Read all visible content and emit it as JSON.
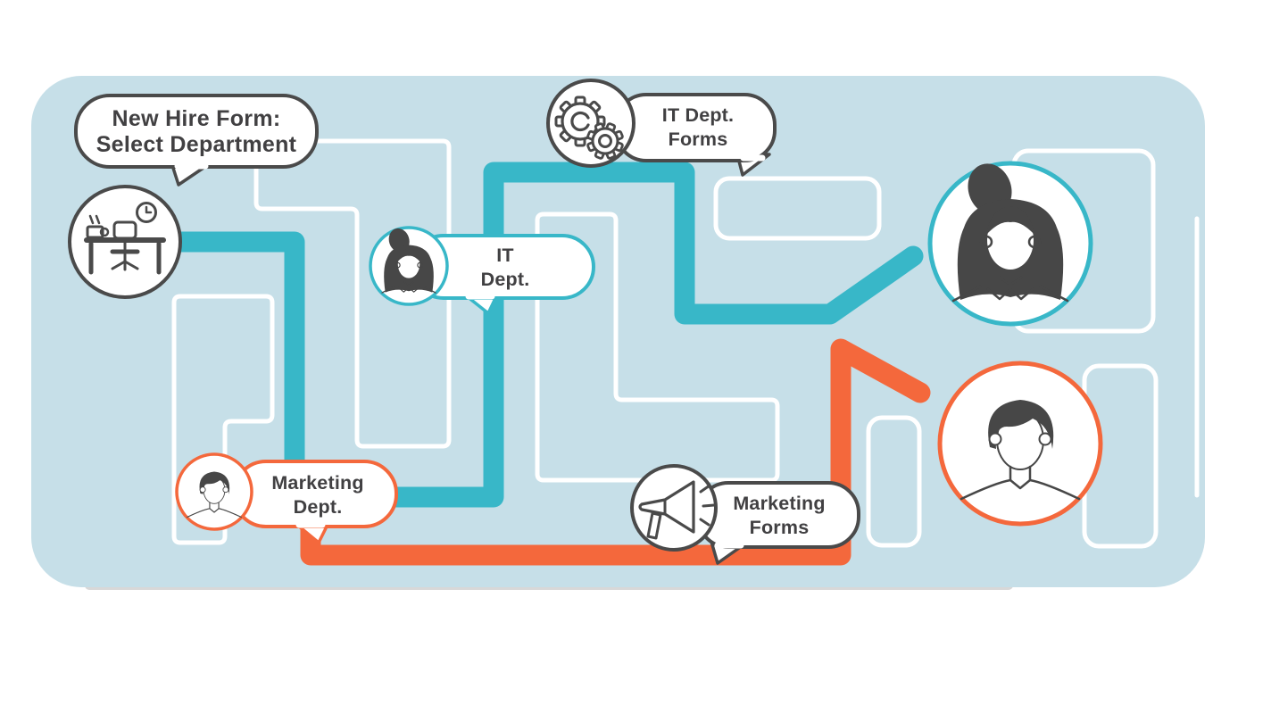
{
  "title_bubble": {
    "line1": "New Hire Form:",
    "line2": "Select Department"
  },
  "it_forms_bubble": {
    "line1": "IT Dept.",
    "line2": "Forms"
  },
  "it_dept_bubble": {
    "line1": "IT",
    "line2": "Dept."
  },
  "marketing_dept_bubble": {
    "line1": "Marketing",
    "line2": "Dept."
  },
  "marketing_forms_bubble": {
    "line1": "Marketing",
    "line2": "Forms"
  },
  "icons": [
    "desk-icon",
    "gears-icon",
    "woman-avatar-icon",
    "man-avatar-icon",
    "megaphone-icon"
  ],
  "colors": {
    "teal": "#38b7c8",
    "orange": "#f4683c",
    "canvas_blue": "#c6dfe8",
    "maze_white": "#ffffff",
    "outline_dark": "#4a4a4a",
    "text_dark": "#414042",
    "avatar_dark": "#474747",
    "shadow_gray": "#d8d8d8"
  }
}
